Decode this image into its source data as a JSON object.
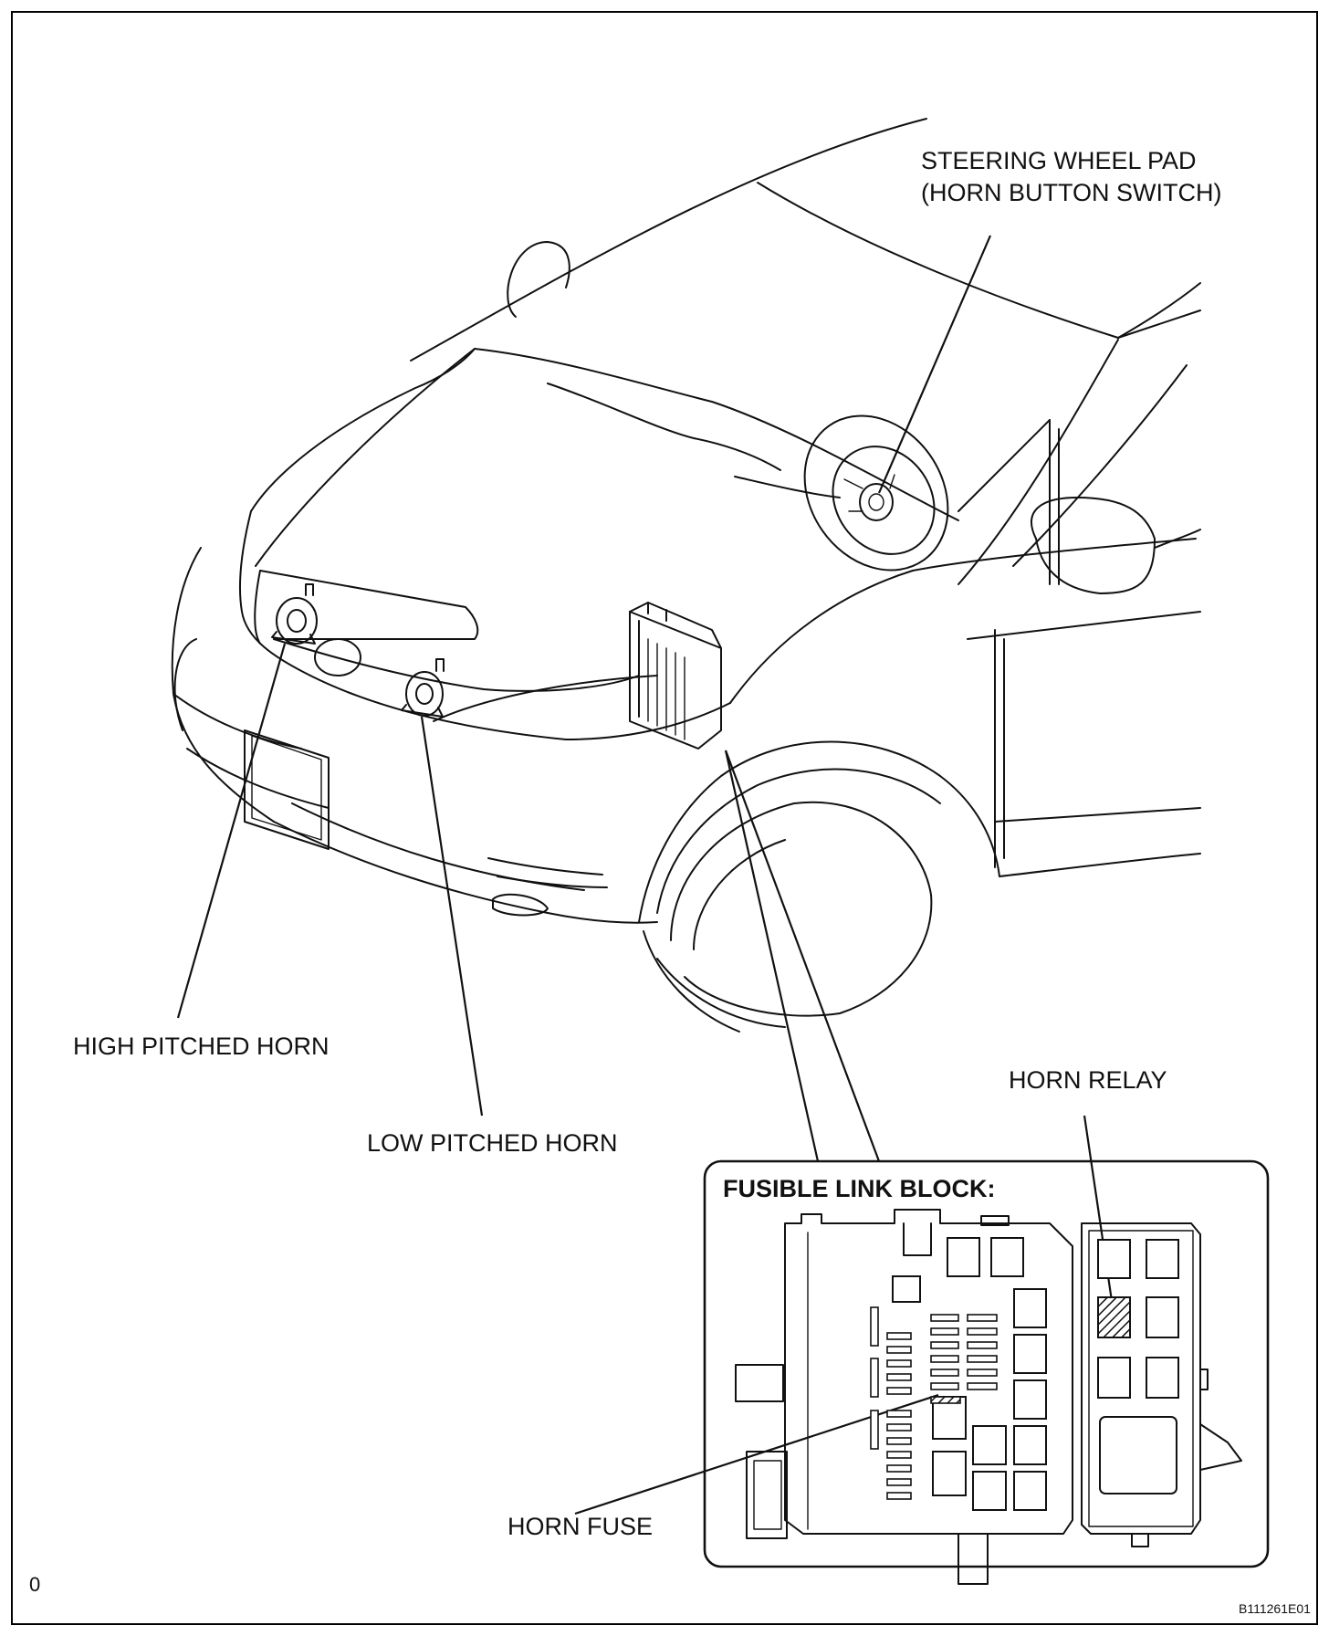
{
  "labels": {
    "steering_wheel_pad": "STEERING WHEEL PAD",
    "horn_button_switch": "(HORN BUTTON SWITCH)",
    "high_pitched_horn": "HIGH PITCHED HORN",
    "low_pitched_horn": "LOW PITCHED HORN",
    "horn_relay": "HORN RELAY",
    "fusible_link_block": "FUSIBLE LINK BLOCK:",
    "horn_fuse": "HORN FUSE"
  },
  "corner_marks": {
    "bottom_left": "0",
    "figure_code": "B111261E01"
  },
  "colors": {
    "line": "#111111",
    "background": "#ffffff"
  }
}
